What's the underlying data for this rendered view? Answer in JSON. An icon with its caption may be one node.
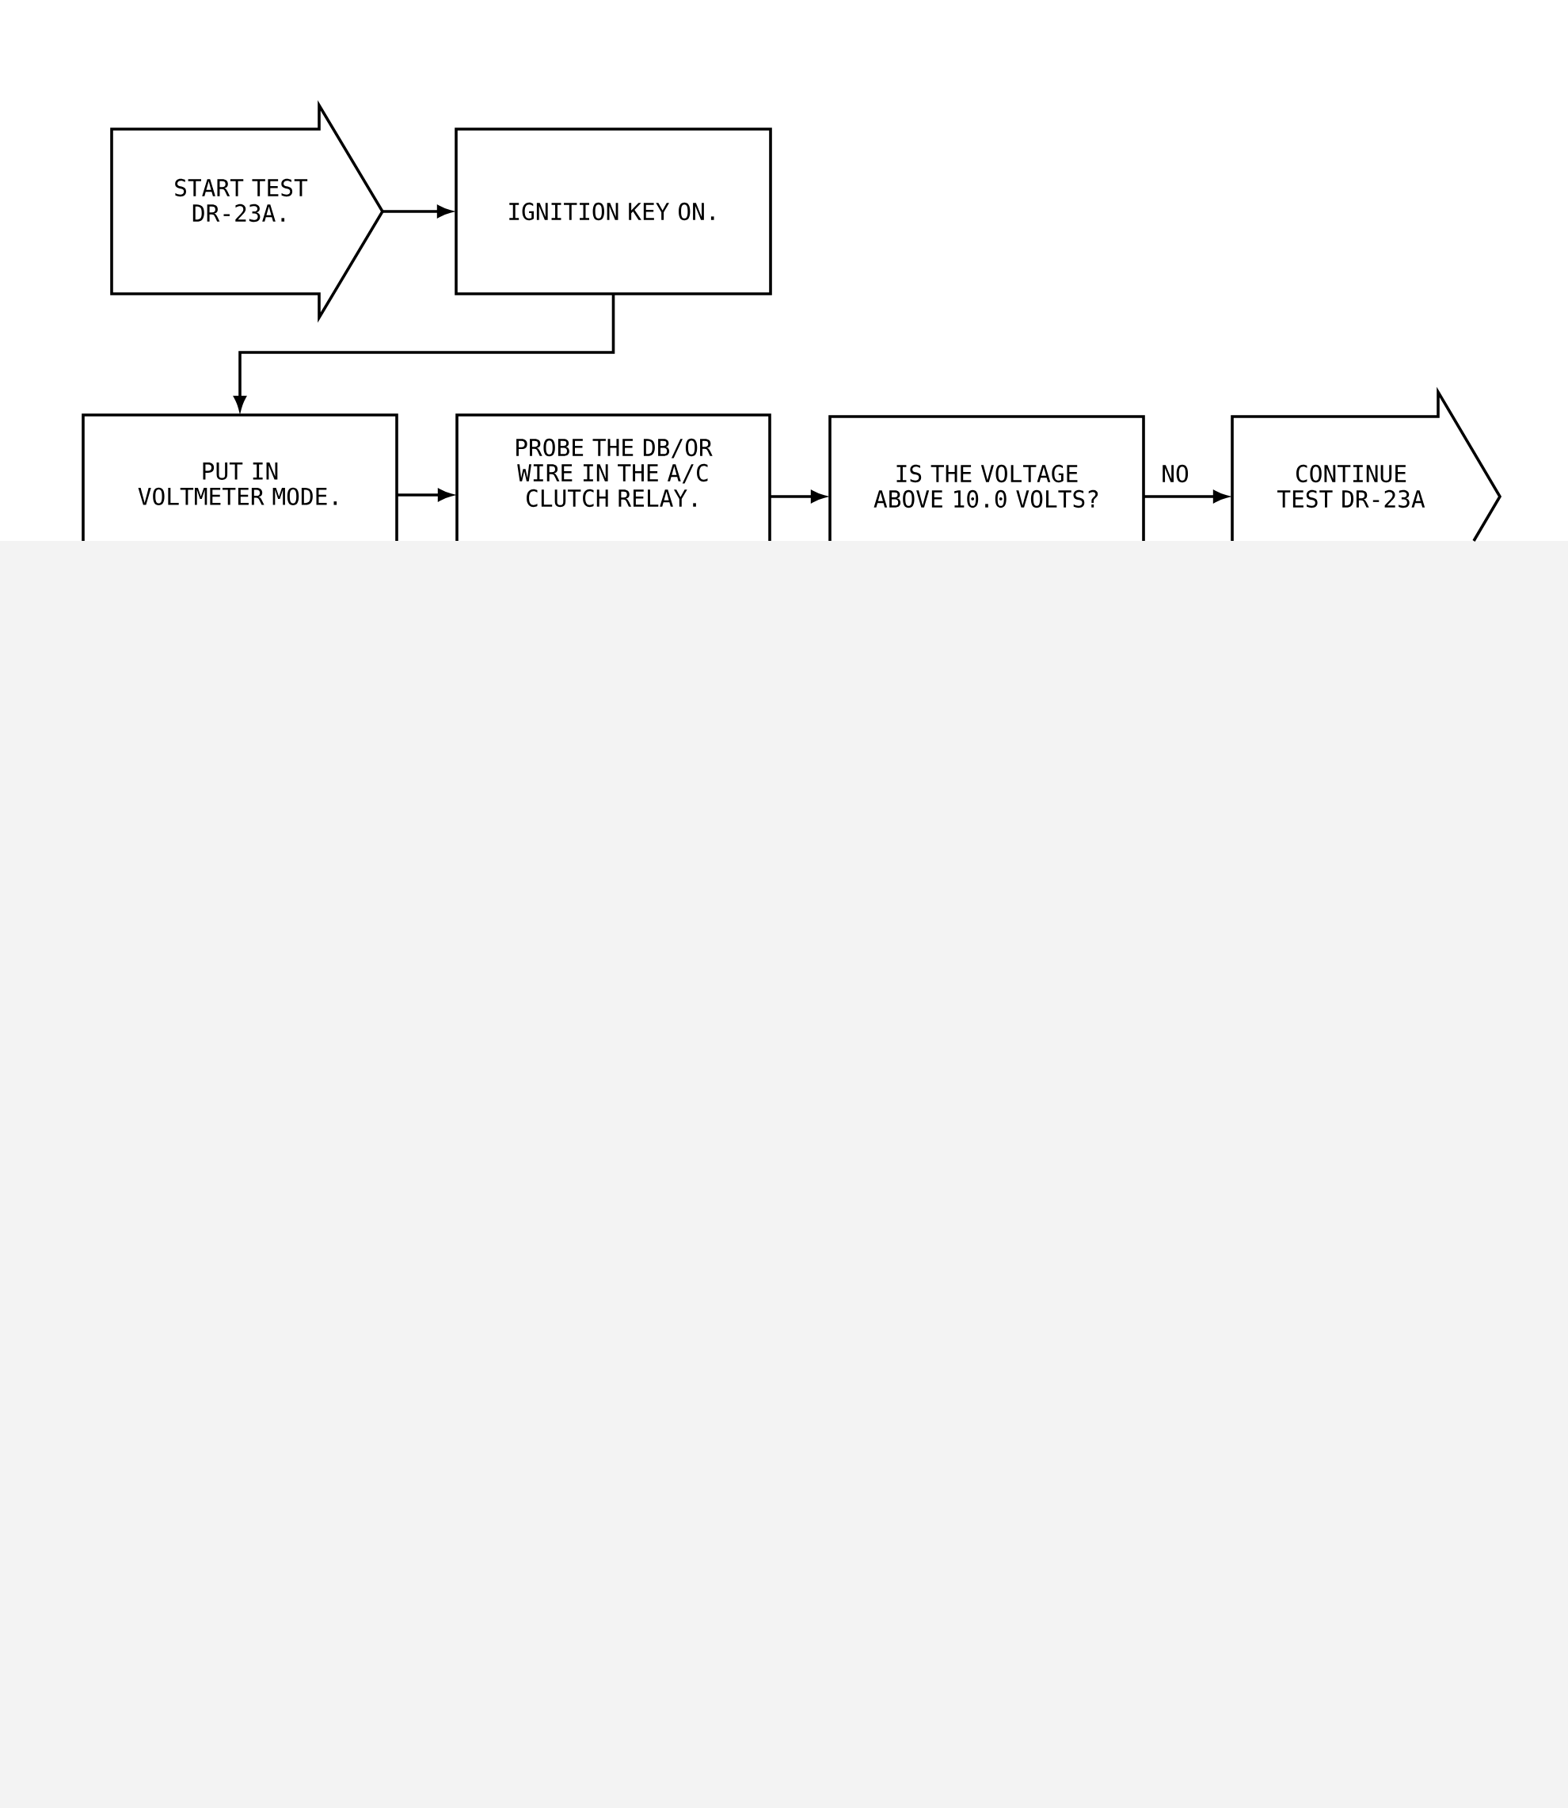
{
  "diagram": {
    "nodes": [
      {
        "text": [
          "START TEST DR-23A."
        ]
      },
      {
        "text": [
          "IGNITION KEY ON."
        ]
      },
      {
        "text": [
          "PUT IN VOLTMETER MODE."
        ]
      },
      {
        "text": [
          "PROBE THE DB/OR WIRE IN THE A/C CLUTCH RELAY."
        ]
      },
      {
        "text": [
          "IS THE VOLTAGE ABOVE 10.0 VOLTS?"
        ]
      },
      {
        "text": [
          "CONTINUE TEST DR-23A"
        ]
      }
    ],
    "edges": [
      {
        "from": 0,
        "to": 1,
        "arrow": "to"
      },
      {
        "from": 1,
        "to": 2,
        "arrow": "to"
      },
      {
        "from": 2,
        "to": 3,
        "arrow": "to"
      },
      {
        "from": 3,
        "to": 4,
        "arrow": "to"
      },
      {
        "from": 4,
        "to": 5,
        "arrow": "to",
        "label": "NO"
      }
    ]
  }
}
